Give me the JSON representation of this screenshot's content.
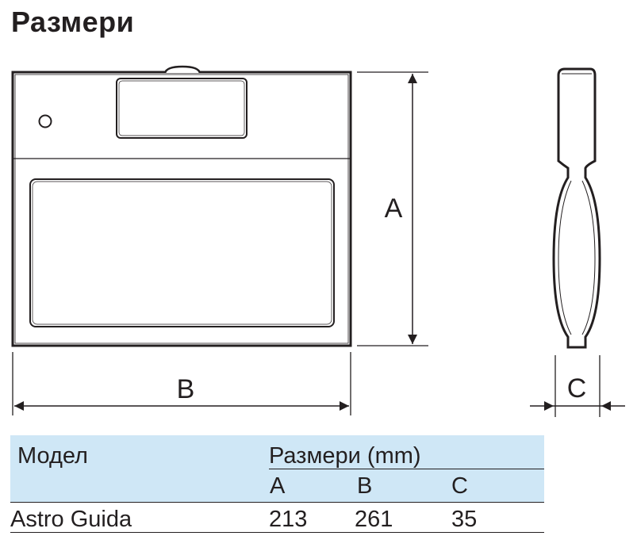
{
  "page": {
    "title": "Размери"
  },
  "diagram": {
    "dimension_labels": {
      "height": "A",
      "width": "B",
      "depth": "C"
    },
    "colors": {
      "stroke": "#231f20",
      "table_header_bg": "#cfe7f6"
    }
  },
  "table": {
    "model_header": "Модел",
    "dimensions_header": "Размери (mm)",
    "sub_headers": [
      "A",
      "B",
      "C"
    ],
    "rows": [
      {
        "model": "Astro Guida",
        "values": [
          "213",
          "261",
          "35"
        ]
      }
    ]
  }
}
